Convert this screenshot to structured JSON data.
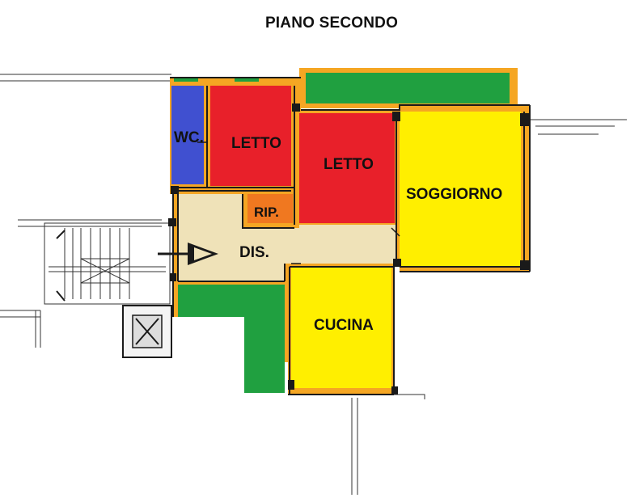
{
  "title": "PIANO SECONDO",
  "rooms": {
    "wc": {
      "label": "WC.",
      "color": "#4050d0"
    },
    "letto_1": {
      "label": "LETTO",
      "color": "#e8202a"
    },
    "letto_2": {
      "label": "LETTO",
      "color": "#e8202a"
    },
    "soggiorno": {
      "label": "SOGGIORNO",
      "color": "#ffef00"
    },
    "ripostiglio": {
      "label": "RIP.",
      "color": "#f07820"
    },
    "disimpegno": {
      "label": "DIS.",
      "color": "#efe2b8"
    },
    "cucina": {
      "label": "CUCINA",
      "color": "#ffef00"
    }
  },
  "colors": {
    "balcony": "#20a040",
    "walls_outline": "#f5a623",
    "wall_lines": "#1a1a1a"
  }
}
